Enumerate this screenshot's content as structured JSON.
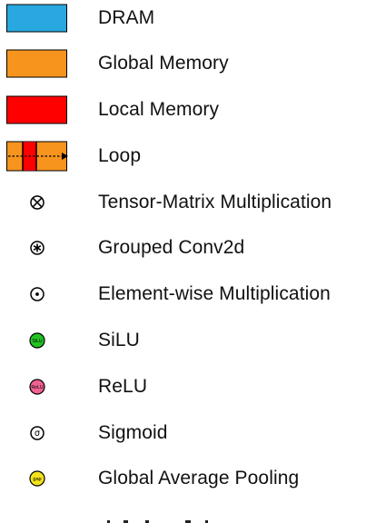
{
  "legend": {
    "items": [
      {
        "label": "DRAM",
        "symbol": "swatch",
        "fill": "#29a8e0"
      },
      {
        "label": "Global Memory",
        "symbol": "swatch",
        "fill": "#f7941d"
      },
      {
        "label": "Local Memory",
        "symbol": "swatch",
        "fill": "#ff0000"
      },
      {
        "label": "Loop",
        "symbol": "loop-swatch",
        "fill": "#f7941d",
        "inner_fill": "#ff0000"
      },
      {
        "label": "Tensor-Matrix Multiplication",
        "symbol": "otimes-icon",
        "glyph": "⊗"
      },
      {
        "label": "Grouped Conv2d",
        "symbol": "circled-asterisk-icon",
        "glyph": "⊛"
      },
      {
        "label": "Element-wise Multiplication",
        "symbol": "odot-icon",
        "glyph": "⊙"
      },
      {
        "label": "SiLU",
        "symbol": "silu-circle-icon",
        "fill": "#22c322",
        "icon_text": "SiLU"
      },
      {
        "label": "ReLU",
        "symbol": "relu-circle-icon",
        "fill": "#f06292",
        "icon_text": "ReLU"
      },
      {
        "label": "Sigmoid",
        "symbol": "sigma-circle-icon",
        "glyph": "σ"
      },
      {
        "label": "Global Average Pooling",
        "symbol": "gap-circle-icon",
        "fill": "#f2e31a",
        "icon_text": "gap"
      }
    ]
  },
  "colors": {
    "border": "#000000",
    "text": "#111111",
    "background": "#ffffff"
  }
}
